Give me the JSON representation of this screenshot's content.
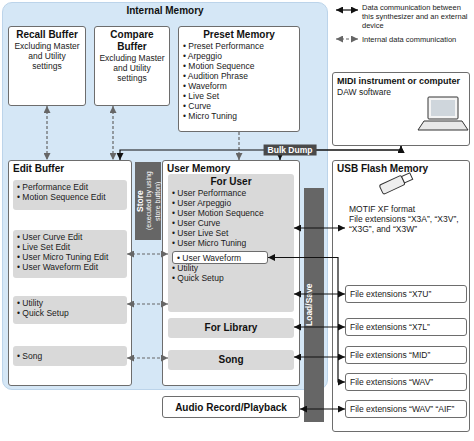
{
  "diagram": {
    "nodes": [
      {
        "text": [
          "Internal Memory"
        ]
      },
      {
        "text": [
          "Recall Buffer",
          "Excluding Master and Utility settings"
        ],
        "in": 0
      },
      {
        "text": [
          "Compare Buffer",
          "Excluding Master and Utility settings"
        ],
        "in": 0
      },
      {
        "text": [
          "Preset Memory",
          "• Preset Performance",
          "• Arpeggio",
          "• Motion Sequence",
          "• Audition Phrase",
          "• Waveform",
          "• Live Set",
          "• Curve",
          "• Micro Tuning"
        ],
        "in": 0
      },
      {
        "text": [
          "MIDI instrument or computer",
          "DAW software"
        ]
      },
      {
        "text": [
          "Edit Buffer"
        ],
        "in": 0
      },
      {
        "text": [
          "• Performance Edit",
          "• Motion Sequence Edit"
        ],
        "in": 5
      },
      {
        "text": [
          "• User Curve Edit",
          "• Live Set Edit",
          "• User Micro Tuning Edit",
          "• User Waveform Edit"
        ],
        "in": 5
      },
      {
        "text": [
          "• Utility",
          "• Quick Setup"
        ],
        "in": 5
      },
      {
        "text": [
          "• Song"
        ],
        "in": 5
      },
      {
        "text": [
          "Store",
          "(executed by using store button)"
        ],
        "in": 0
      },
      {
        "text": [
          "User Memory"
        ],
        "in": 0
      },
      {
        "text": [
          "For User",
          "• User Performance",
          "• User Arpeggio",
          "• User Motion Sequence",
          "• User Curve",
          "• User Live Set",
          "• User Micro Tuning",
          "• Utility",
          "• Quick Setup"
        ],
        "in": 11
      },
      {
        "text": [
          "• User Waveform"
        ],
        "in": 12
      },
      {
        "text": [
          "For Library"
        ],
        "in": 11
      },
      {
        "text": [
          "Song"
        ],
        "in": 11
      },
      {
        "text": [
          "Audio Record/Playback"
        ]
      },
      {
        "text": [
          "USB Flash Memory"
        ]
      },
      {
        "text": [
          "Load/Save"
        ]
      },
      {
        "text": [
          "MOTIF XF format",
          "File extensions “X3A”, “X3V”, “X3G”, and “X3W”"
        ],
        "in": 17
      },
      {
        "text": [
          "File extensions “X7U”"
        ],
        "in": 17
      },
      {
        "text": [
          "File extensions “X7L”"
        ],
        "in": 17
      },
      {
        "text": [
          "File extensions “MID”"
        ],
        "in": 17
      },
      {
        "text": [
          "File extensions “WAV”"
        ],
        "in": 17
      },
      {
        "text": [
          "File extensions “WAV” “AIF”"
        ],
        "in": 17
      }
    ],
    "edges": [
      {
        "from": 1,
        "to": 5,
        "arrow": "both"
      },
      {
        "from": 2,
        "to": 5,
        "arrow": "both"
      },
      {
        "from": 3,
        "to": 11,
        "arrow": "to"
      },
      {
        "from": 5,
        "to": 4,
        "label": "Bulk Dump",
        "arrow": "both"
      },
      {
        "from": 11,
        "to": 4,
        "arrow": "both"
      },
      {
        "from": 7,
        "to": 12,
        "arrow": "both"
      },
      {
        "from": 8,
        "to": 12,
        "arrow": "both"
      },
      {
        "from": 9,
        "to": 15,
        "arrow": "both"
      },
      {
        "from": 12,
        "to": 19,
        "arrow": "both"
      },
      {
        "from": 12,
        "to": 20,
        "arrow": "both"
      },
      {
        "from": 14,
        "to": 21,
        "arrow": "both"
      },
      {
        "from": 15,
        "to": 22,
        "arrow": "both"
      },
      {
        "from": 13,
        "to": 23,
        "arrow": "both"
      },
      {
        "from": 16,
        "to": 24,
        "arrow": "both"
      }
    ],
    "legend": [
      {
        "text": "Data communication between this synthesizer and an external device"
      },
      {
        "text": "Internal data communication"
      }
    ]
  }
}
